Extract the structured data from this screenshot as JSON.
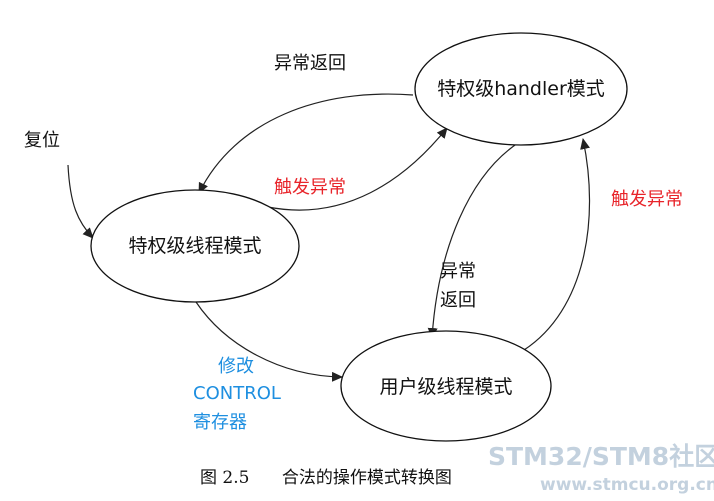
{
  "colors": {
    "node_text": "#111111",
    "edge": "#222222",
    "label_default": "#111111",
    "label_trigger": "#e8242a",
    "label_control": "#1e8fe0",
    "watermark": "#b9c9d9"
  },
  "nodes": {
    "handler": "特权级handler模式",
    "thread_priv": "特权级线程模式",
    "thread_user": "用户级线程模式"
  },
  "labels": {
    "reset": "复位",
    "exception_return_top": "异常返回",
    "trigger_exception_mid": "触发异常",
    "trigger_exception_right": "触发异常",
    "exception_return_right_line1": "异常",
    "exception_return_right_line2": "返回",
    "modify_line1": "修改",
    "modify_line2": "CONTROL",
    "modify_line3": "寄存器"
  },
  "caption": "图 2.5      合法的操作模式转换图",
  "watermark": {
    "line1": "STM32/STM8社区",
    "line2": "www.stmcu.org.cn"
  }
}
